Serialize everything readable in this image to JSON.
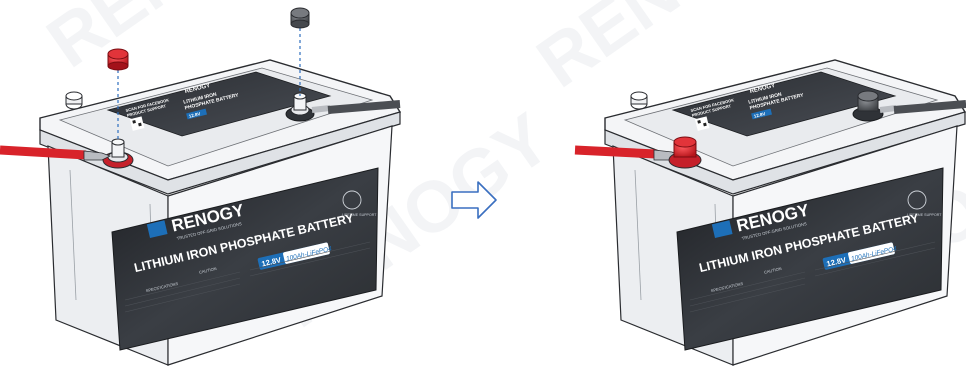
{
  "watermark": {
    "text": "RENOGY"
  },
  "battery": {
    "brand": "RENOGY",
    "tagline": "TRUSTED OFF-GRID SOLUTIONS",
    "product_name": "LITHIUM IRON PHOSPHATE BATTERY",
    "voltage": "12.8V",
    "model": "100Ah-LiFePO4",
    "sticker_line1": "SCAN FOR FACEBOOK",
    "sticker_line2": "PRODUCT SUPPORT",
    "sticker_title1": "LITHIUM IRON",
    "sticker_title2": "PHOSPHATE BATTERY",
    "sticker_badge": "12.8V",
    "warranty": "LIFETIME SUPPORT",
    "spec_heading": "SPECIFICATIONS",
    "caution_heading": "CAUTION"
  },
  "colors": {
    "positive_terminal": "#d8232a",
    "negative_terminal": "#5a5d62",
    "cable_red": "#d8232a",
    "cable_black": "#4b4e53",
    "guide_line": "#2e6fbf",
    "arrow": "#3a6fc0",
    "label_dark": "#2f3237"
  },
  "icons": [
    "positive-terminal-cap-icon",
    "negative-terminal-cap-icon",
    "right-arrow-icon"
  ]
}
